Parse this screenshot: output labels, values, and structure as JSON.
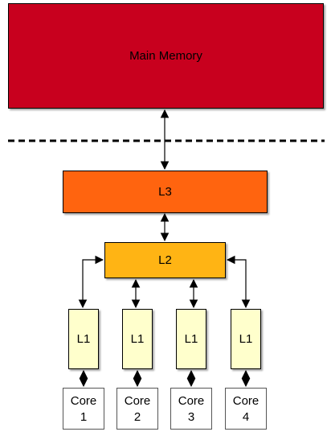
{
  "diagram": {
    "main_memory": {
      "label": "Main Memory",
      "color": "#c8001e"
    },
    "l3": {
      "label": "L3",
      "color": "#ff640f"
    },
    "l2": {
      "label": "L2",
      "color": "#ffb414"
    },
    "l1_caches": [
      {
        "label": "L1"
      },
      {
        "label": "L1"
      },
      {
        "label": "L1"
      },
      {
        "label": "L1"
      }
    ],
    "l1_color": "#ffffcc",
    "cores": [
      {
        "label": "Core\n1"
      },
      {
        "label": "Core\n2"
      },
      {
        "label": "Core\n3"
      },
      {
        "label": "Core\n4"
      }
    ],
    "core_color": "#ffffff"
  }
}
